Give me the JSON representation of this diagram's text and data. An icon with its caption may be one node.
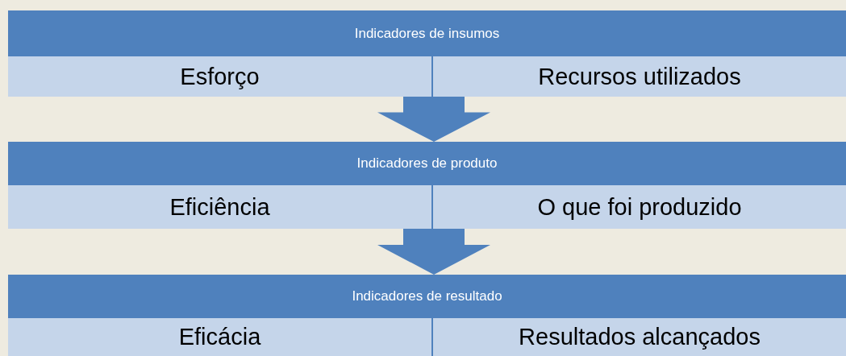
{
  "diagram": {
    "nodes": [
      {
        "text": [
          "Indicadores de insumos"
        ]
      },
      {
        "text": [
          "Esforço"
        ],
        "in": 0
      },
      {
        "text": [
          "Recursos utilizados"
        ],
        "in": 0
      },
      {
        "text": [
          "Indicadores de produto"
        ]
      },
      {
        "text": [
          "Eficiência"
        ],
        "in": 3
      },
      {
        "text": [
          "O que foi produzido"
        ],
        "in": 3
      },
      {
        "text": [
          "Indicadores de resultado"
        ]
      },
      {
        "text": [
          "Eficácia"
        ],
        "in": 6
      },
      {
        "text": [
          "Resultados alcançados"
        ],
        "in": 6
      }
    ],
    "edges": [
      {
        "from": 0,
        "to": 3,
        "arrow": "to"
      },
      {
        "from": 3,
        "to": 6,
        "arrow": "to"
      }
    ]
  }
}
